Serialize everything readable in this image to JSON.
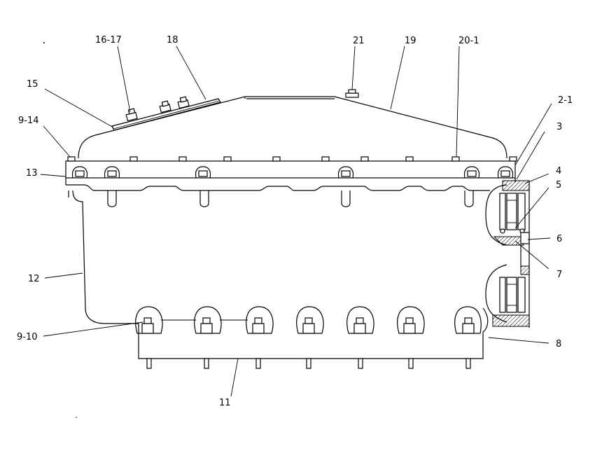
{
  "callouts": [
    {
      "id": "c-16-17",
      "text": "16-17"
    },
    {
      "id": "c-18",
      "text": "18"
    },
    {
      "id": "c-21",
      "text": "21"
    },
    {
      "id": "c-19",
      "text": "19"
    },
    {
      "id": "c-20-1",
      "text": "20-1"
    },
    {
      "id": "c-15",
      "text": "15"
    },
    {
      "id": "c-2-1",
      "text": "2-1"
    },
    {
      "id": "c-9-14",
      "text": "9-14"
    },
    {
      "id": "c-3",
      "text": "3"
    },
    {
      "id": "c-13",
      "text": "13"
    },
    {
      "id": "c-4",
      "text": "4"
    },
    {
      "id": "c-5",
      "text": "5"
    },
    {
      "id": "c-6",
      "text": "6"
    },
    {
      "id": "c-7",
      "text": "7"
    },
    {
      "id": "c-12",
      "text": "12"
    },
    {
      "id": "c-9-10",
      "text": "9-10"
    },
    {
      "id": "c-8",
      "text": "8"
    },
    {
      "id": "c-11",
      "text": "11"
    }
  ]
}
